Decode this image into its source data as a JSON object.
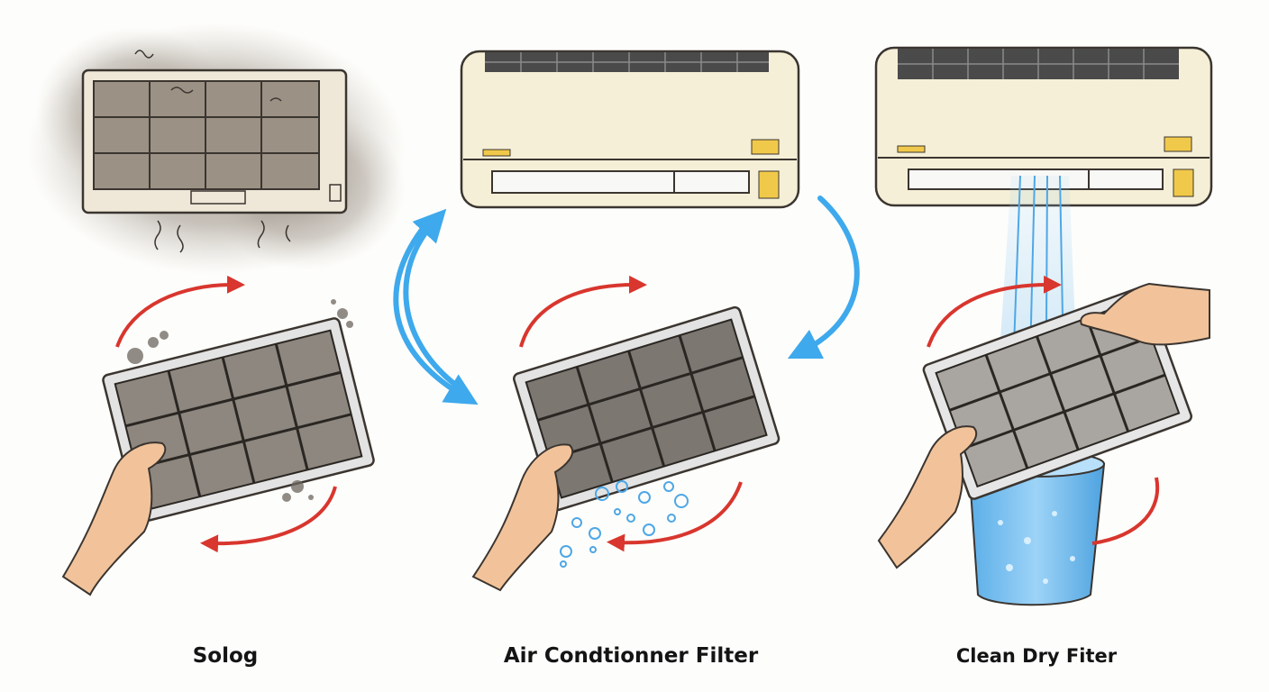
{
  "captions": {
    "step1": "Solog",
    "step2": "Air Condtionner Filter",
    "step3": "Clean Dry Fiter"
  },
  "colors": {
    "cycle_arrow": "#3ea9ec",
    "rotate_arrow": "#d8362e",
    "ac_body": "#f4efd6",
    "water": "#7fc2f0",
    "skin": "#f2c39a",
    "dust": "#7a7066"
  }
}
